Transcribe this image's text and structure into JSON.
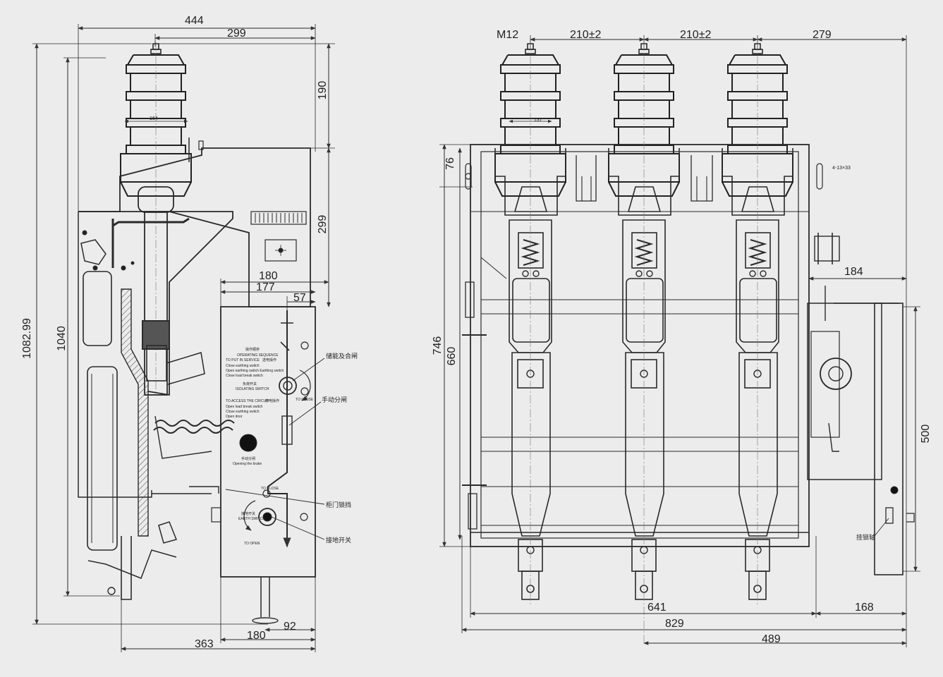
{
  "colors": {
    "background": "#ececec",
    "line": "#2a2a2a",
    "dim_line": "#444444",
    "hatch": "#555555"
  },
  "side_view": {
    "dims": {
      "width_overall": "444",
      "width_top": "299",
      "h_top": "190",
      "h_mid": "299",
      "w_panel_outer": "180",
      "w_panel_inner": "177",
      "w_small": "57",
      "h_total": "1082.99",
      "h_body": "1040",
      "insulator_dia": "164",
      "w_bottom_small": "92",
      "w_bottom_panel": "180",
      "w_bottom_total": "363"
    },
    "labels": {
      "charge_close": "储能及合闸",
      "manual_open": "手动分闸",
      "door_lock": "柜门锁挡",
      "earth_switch": "接地开关"
    },
    "panel_text": {
      "title_cn": "操作顺序",
      "title_en": "OPERATING SEQUENCE",
      "line1": "TO PUT IN SERVICE",
      "line1b": "送电操作",
      "line2": "Close earthing switch",
      "line3": "Open earthing switch  Earthing switch",
      "line4": "Close load break switch",
      "sub1_cn": "负荷开关",
      "sub1_en": "ISOLATING SWITCH",
      "line5": "TO ACCESS THE CIRCUIT",
      "line5b": "停电操作",
      "line6": "Open load break switch",
      "line7": "Close earthing switch",
      "line8": "Open door",
      "close_label": "TO CLOSE",
      "open_btn_cn": "手动分闸",
      "open_btn_en": "Opening the brake",
      "close2": "TO CLOSE",
      "earth_cn": "接地开关",
      "earth_en": "EARTH SWITCH",
      "open2": "TO OPEN"
    }
  },
  "front_view": {
    "dims": {
      "thread": "M12",
      "pitch1": "210±2",
      "pitch2": "210±2",
      "w_right": "279",
      "insulator_dia": "137",
      "h_small": "76",
      "holes": "4-13×33",
      "w_side": "184",
      "h_746": "746",
      "h_660": "660",
      "h_500": "500",
      "w_641": "641",
      "w_168": "168",
      "w_829": "829",
      "w_489": "489"
    },
    "labels": {
      "hanging_shaft": "挂锁轴"
    }
  }
}
